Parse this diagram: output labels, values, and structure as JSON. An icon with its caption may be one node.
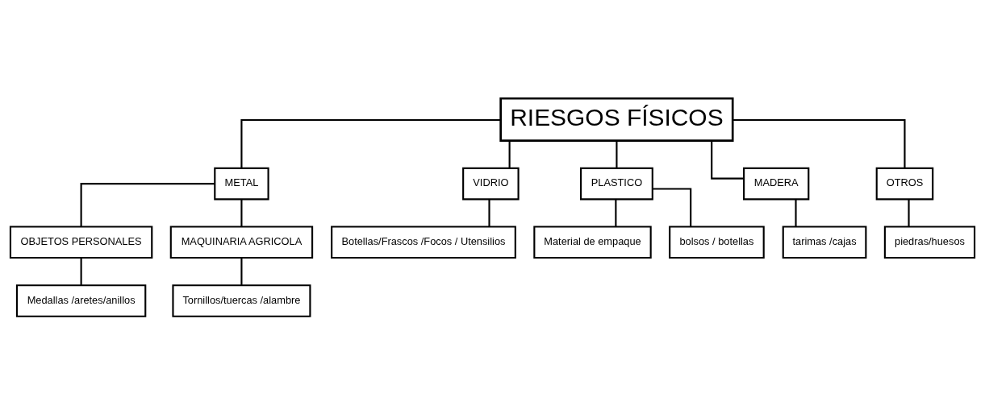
{
  "diagram": {
    "nodes": [
      {
        "text": [
          "RIESGOS FÍSICOS"
        ]
      },
      {
        "text": [
          "METAL"
        ]
      },
      {
        "text": [
          "VIDRIO"
        ]
      },
      {
        "text": [
          "PLASTICO"
        ]
      },
      {
        "text": [
          "MADERA"
        ]
      },
      {
        "text": [
          "OTROS"
        ]
      },
      {
        "text": [
          "OBJETOS PERSONALES"
        ]
      },
      {
        "text": [
          "MAQUINARIA AGRICOLA"
        ]
      },
      {
        "text": [
          "Botellas/Frascos /Focos / Utensilios"
        ]
      },
      {
        "text": [
          "Material de empaque"
        ]
      },
      {
        "text": [
          "tarimas /cajas"
        ]
      },
      {
        "text": [
          "piedras/huesos"
        ]
      },
      {
        "text": [
          "Medallas /aretes/anillos"
        ]
      },
      {
        "text": [
          "Tornillos/tuercas /alambre"
        ]
      },
      {
        "text": [
          "bolsos / botellas"
        ]
      }
    ],
    "edges": [
      {
        "from": 0,
        "to": 1,
        "arrow": "none"
      },
      {
        "from": 0,
        "to": 2,
        "arrow": "none"
      },
      {
        "from": 0,
        "to": 3,
        "arrow": "none"
      },
      {
        "from": 0,
        "to": 4,
        "arrow": "none"
      },
      {
        "from": 0,
        "to": 5,
        "arrow": "none"
      },
      {
        "from": 1,
        "to": 6,
        "arrow": "none"
      },
      {
        "from": 1,
        "to": 7,
        "arrow": "none"
      },
      {
        "from": 2,
        "to": 8,
        "arrow": "none"
      },
      {
        "from": 3,
        "to": 9,
        "arrow": "none"
      },
      {
        "from": 3,
        "to": 14,
        "arrow": "none"
      },
      {
        "from": 4,
        "to": 10,
        "arrow": "none"
      },
      {
        "from": 5,
        "to": 11,
        "arrow": "none"
      },
      {
        "from": 6,
        "to": 12,
        "arrow": "none"
      },
      {
        "from": 7,
        "to": 13,
        "arrow": "none"
      }
    ]
  }
}
